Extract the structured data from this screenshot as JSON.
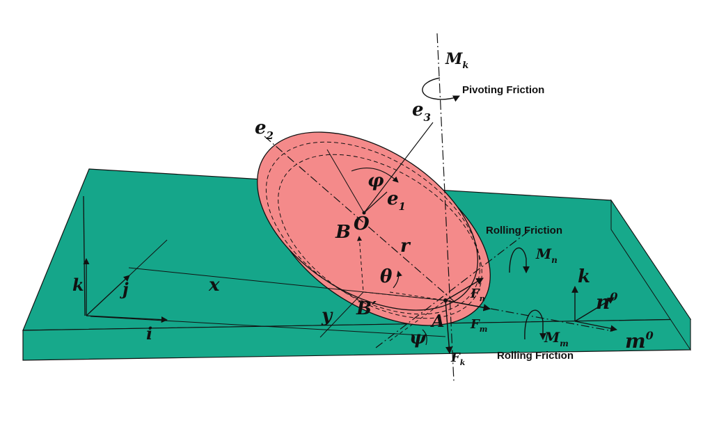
{
  "colors": {
    "plate_top": "#15A68A",
    "plate_side": "#17A98B",
    "disk_face": "#F48A8A",
    "disk_rim": "#F48A8A",
    "line": "#111111"
  },
  "annotations": {
    "pivoting": "Pivoting Friction",
    "rolling_1": "Rolling Friction",
    "rolling_2": "Rolling Friction"
  },
  "symbols": {
    "M": "M",
    "k_sub": "k",
    "n_sub": "n",
    "m_sub": "m",
    "e": "e",
    "one": "1",
    "two": "2",
    "three": "3",
    "phi": "φ",
    "theta": "θ",
    "psi": "ψ",
    "O": "O",
    "B": "B",
    "B_prime": "B′",
    "A": "A",
    "r": "r",
    "x": "x",
    "y": "y",
    "i": "i",
    "j": "j",
    "k": "k",
    "F": "F",
    "n_vec": "n",
    "m_vec": "m",
    "zero": "0"
  }
}
